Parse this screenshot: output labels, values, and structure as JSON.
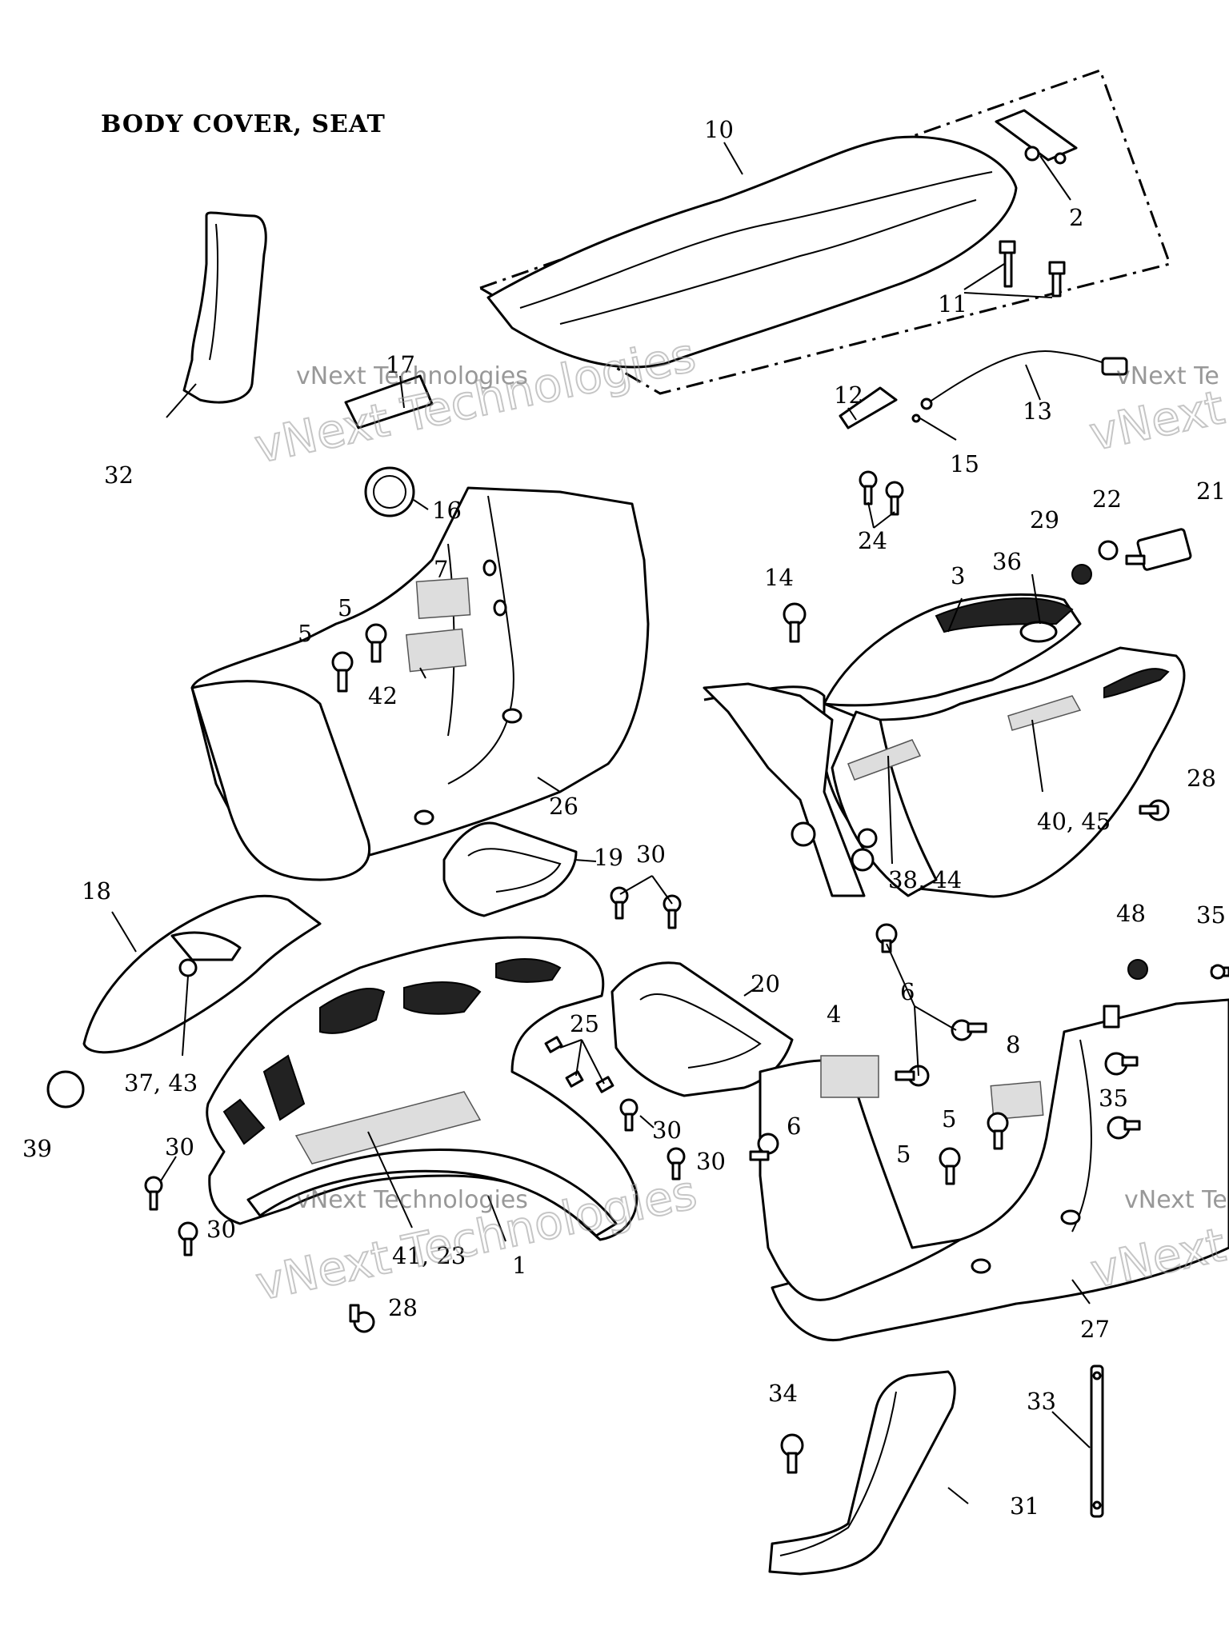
{
  "title": "BODY COVER, SEAT",
  "watermarks": [
    {
      "line1": "vNext Technologies",
      "line2": "vNext Technologies"
    },
    {
      "line1": "vNext Technologies",
      "line2": "vNext Technologies"
    },
    {
      "line1": "vNext Te",
      "line2": "vNext Technologies"
    },
    {
      "line1": "vNext Te",
      "line2": "vNext Technologies"
    }
  ],
  "callouts": {
    "c1": "1",
    "c2": "2",
    "c3": "3",
    "c4": "4",
    "c5a": "5",
    "c5b": "5",
    "c5c": "5",
    "c5d": "5",
    "c6a": "6",
    "c6b": "6",
    "c7": "7",
    "c8": "8",
    "c10": "10",
    "c11": "11",
    "c12": "12",
    "c13": "13",
    "c14": "14",
    "c15": "15",
    "c16": "16",
    "c17": "17",
    "c18": "18",
    "c19": "19",
    "c20": "20",
    "c21": "21",
    "c22": "22",
    "c24": "24",
    "c25": "25",
    "c26": "26",
    "c27": "27",
    "c28a": "28",
    "c28b": "28",
    "c29": "29",
    "c30a": "30",
    "c30b": "30",
    "c30c": "30",
    "c30d": "30",
    "c30e": "30",
    "c31": "31",
    "c32": "32",
    "c33": "33",
    "c34": "34",
    "c35a": "35",
    "c35b": "35",
    "c36": "36",
    "c37": "37, 43",
    "c38": "38, 44",
    "c39": "39",
    "c40": "40, 45",
    "c41": "41, 23",
    "c42": "42",
    "c48": "48"
  }
}
